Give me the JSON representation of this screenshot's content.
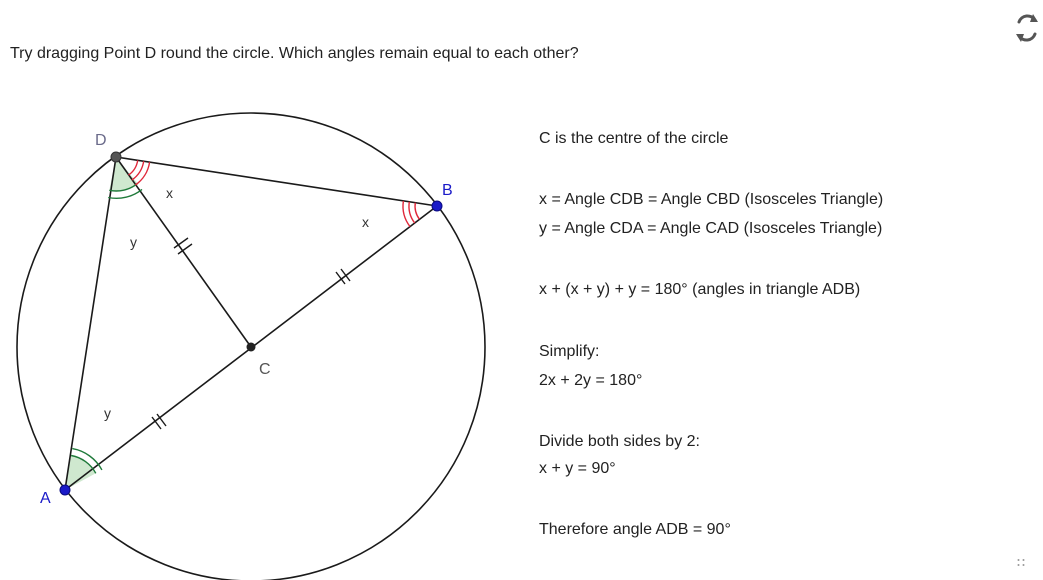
{
  "instruction": "Try dragging Point D round the circle. Which angles remain equal to each other?",
  "icons": {
    "reset": "reset-icon",
    "drag": "drag-handle-icon"
  },
  "figure": {
    "points": {
      "D": {
        "label": "D",
        "color": "#555555",
        "label_color": "#6a6a8a"
      },
      "B": {
        "label": "B",
        "color": "#1a1ac8",
        "label_color": "#1a1ac8"
      },
      "A": {
        "label": "A",
        "color": "#1a1ac8",
        "label_color": "#1a1ac8"
      },
      "C": {
        "label": "C",
        "color": "#222222",
        "label_color": "#555555"
      }
    },
    "angle_labels": {
      "x_at_D": "x",
      "x_at_B": "x",
      "y_at_D": "y",
      "y_at_A": "y"
    },
    "colors": {
      "x_arc": "#e0283a",
      "y_arc": "#1f7a3a",
      "y_fill": "#cfe8cf"
    }
  },
  "explanation": {
    "line1": "C is the centre of the circle",
    "line2": "x = Angle CDB = Angle CBD (Isosceles Triangle)",
    "line3": "y = Angle CDA = Angle CAD (Isosceles Triangle)",
    "line4": "x + (x + y) + y = 180° (angles in triangle ADB)",
    "line5": "Simplify:",
    "line6": "2x + 2y = 180°",
    "line7": "Divide both sides by 2:",
    "line8": "x + y = 90°",
    "line9": "Therefore angle ADB = 90°"
  }
}
